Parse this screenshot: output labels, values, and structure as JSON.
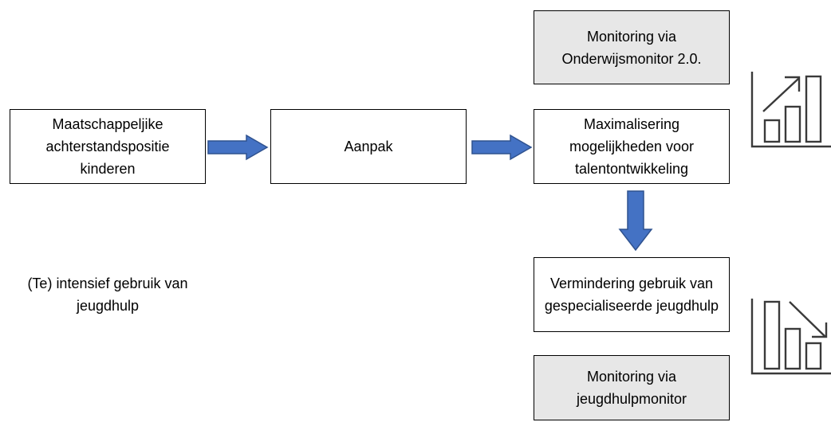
{
  "nodes": {
    "monitoring_onderwijs": "Monitoring via Onderwijsmonitor 2.0.",
    "maatschappelijke": "Maatschappeljike achterstandspositie kinderen",
    "aanpak": "Aanpak",
    "maximalisering": "Maximalisering mogelijkheden voor talentontwikkeling",
    "intensief": "(Te) intensief gebruik van jeugdhulp",
    "vermindering": "Vermindering gebruik van gespecialiseerde jeugdhulp",
    "monitoring_jeugdhulp": "Monitoring via jeugdhulpmonitor"
  },
  "edges": [
    {
      "from": "maatschappelijke",
      "to": "aanpak"
    },
    {
      "from": "aanpak",
      "to": "maximalisering"
    },
    {
      "from": "maximalisering",
      "to": "vermindering"
    }
  ],
  "icons": {
    "top": "bar-chart-rising-icon",
    "bottom": "bar-chart-falling-icon"
  },
  "colors": {
    "arrow_fill": "#4472c4",
    "arrow_stroke": "#2f528f",
    "grey_box": "#e7e7e7"
  }
}
